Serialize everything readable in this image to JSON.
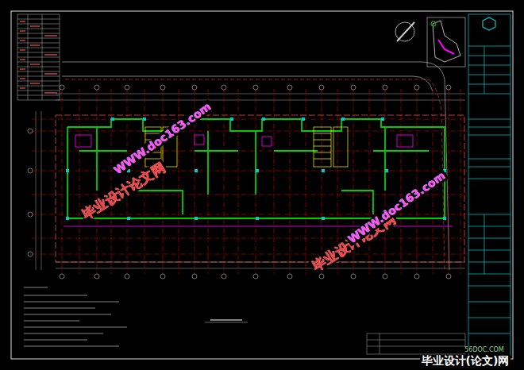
{
  "diagram": {
    "labels": [
      "毕业设计论文网",
      "WWW.doc163.com",
      "毕业设计论文网",
      "WWW.doc163.com",
      "56DOC.COM",
      "毕业设计(论文)网"
    ]
  }
}
